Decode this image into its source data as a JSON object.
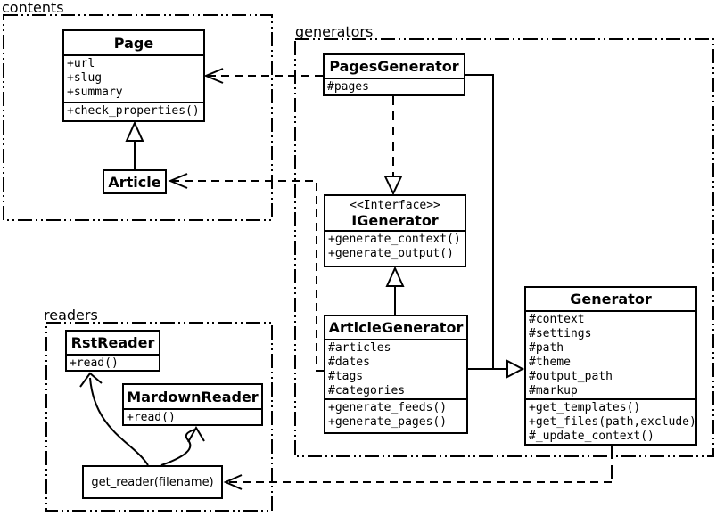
{
  "diagram": {
    "packages": {
      "contents": {
        "label": "contents"
      },
      "generators": {
        "label": "generators"
      },
      "readers": {
        "label": "readers"
      }
    },
    "classes": {
      "page": {
        "title": "Page",
        "attributes": [
          "+url",
          "+slug",
          "+summary"
        ],
        "methods": [
          "+check_properties()"
        ]
      },
      "article": {
        "title": "Article"
      },
      "pages_generator": {
        "title": "PagesGenerator",
        "attributes": [
          "#pages"
        ]
      },
      "igenerator": {
        "stereotype": "<<Interface>>",
        "title": "IGenerator",
        "methods": [
          "+generate_context()",
          "+generate_output()"
        ]
      },
      "article_generator": {
        "title": "ArticleGenerator",
        "attributes": [
          "#articles",
          "#dates",
          "#tags",
          "#categories"
        ],
        "methods": [
          "+generate_feeds()",
          "+generate_pages()"
        ]
      },
      "generator": {
        "title": "Generator",
        "attributes": [
          "#context",
          "#settings",
          "#path",
          "#theme",
          "#output_path",
          "#markup"
        ],
        "methods": [
          "+get_templates()",
          "+get_files(path,exclude)",
          "#_update_context()"
        ]
      },
      "rst_reader": {
        "title": "RstReader",
        "methods": [
          "+read()"
        ]
      },
      "mardown_reader": {
        "title": "MardownReader",
        "methods": [
          "+read()"
        ]
      },
      "get_reader": {
        "title": "get_reader(filename)"
      }
    },
    "relationships": [
      {
        "from": "Article",
        "to": "Page",
        "type": "inheritance"
      },
      {
        "from": "PagesGenerator",
        "to": "Page",
        "type": "dependency"
      },
      {
        "from": "ArticleGenerator",
        "to": "Article",
        "type": "dependency"
      },
      {
        "from": "PagesGenerator",
        "to": "IGenerator",
        "type": "realization"
      },
      {
        "from": "ArticleGenerator",
        "to": "IGenerator",
        "type": "inheritance"
      },
      {
        "from": "PagesGenerator",
        "to": "Generator",
        "type": "inheritance"
      },
      {
        "from": "ArticleGenerator",
        "to": "Generator",
        "type": "inheritance"
      },
      {
        "from": "Generator",
        "to": "get_reader(filename)",
        "type": "dependency"
      },
      {
        "from": "get_reader(filename)",
        "to": "RstReader",
        "type": "association"
      },
      {
        "from": "get_reader(filename)",
        "to": "MardownReader",
        "type": "association"
      }
    ],
    "colors": {
      "line": "#000000",
      "background": "#ffffff"
    }
  }
}
